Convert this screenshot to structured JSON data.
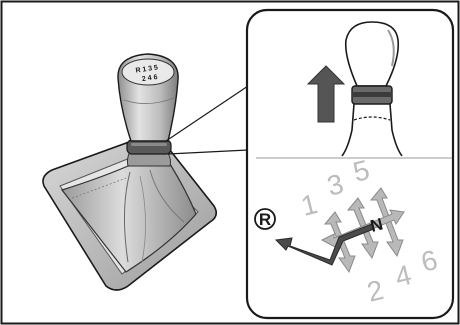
{
  "shift_pattern": {
    "gears": [
      "1",
      "2",
      "3",
      "4",
      "5",
      "6"
    ],
    "neutral_label": "N",
    "reverse_label": "R"
  },
  "knob_engraving": {
    "top": "R 1 3 5",
    "bottom": "2 4 6"
  },
  "colors": {
    "outline": "#1a1a1a",
    "reverse_path": "#4a4a4a",
    "pattern_arrows": "#b9b9b9",
    "gear_numbers": "#bdbdbd",
    "arrow_up": "#555555"
  }
}
